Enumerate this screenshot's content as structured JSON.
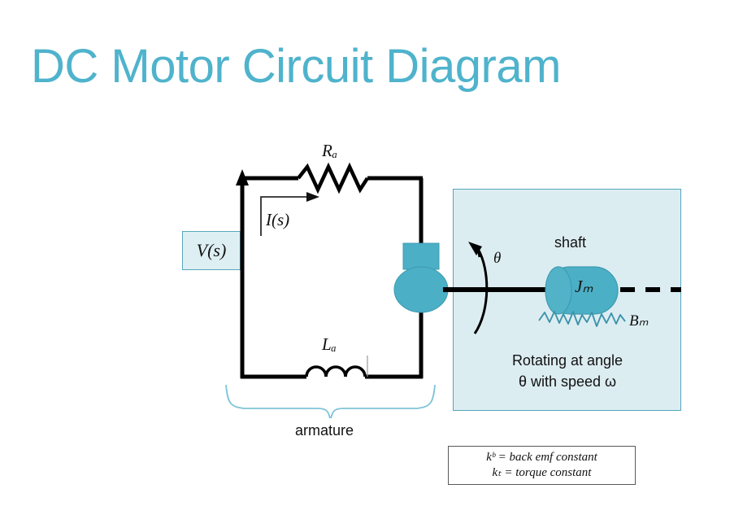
{
  "slide": {
    "title": "DC Motor Circuit Diagram",
    "title_color": "#4FB3CC",
    "background": "#ffffff"
  },
  "colors": {
    "accent_teal": "#4FB3CC",
    "fill_teal": "#4BAFC6",
    "panel_fill": "#DCEDF2",
    "panel_border": "#56A7BC",
    "source_fill": "#DEEFF3",
    "wire_black": "#000000",
    "legend_border": "#595959"
  },
  "circuit": {
    "source_label": "V(s)",
    "resistor_label": "Rₐ",
    "inductor_label": "Lₐ",
    "current_label": "I(s)",
    "brace_label": "armature"
  },
  "mechanical": {
    "shaft_label": "shaft",
    "inertia_label": "Jₘ",
    "damping_label": "Bₘ",
    "angle_label": "θ",
    "rotation_note_line1": "Rotating at angle",
    "rotation_note_line2": "θ with speed ω"
  },
  "legend": {
    "line1": "kᵇ = back emf constant",
    "line2": "kₜ = torque constant"
  },
  "icons": {
    "motor": "motor-icon",
    "resistor": "resistor-icon",
    "inductor": "inductor-icon",
    "shaft": "shaft-cylinder-icon",
    "damper": "damper-squiggle-icon",
    "brace": "curly-brace-icon",
    "rotation_arrow": "rotation-arrow-icon",
    "current_arrow": "current-arrow-icon"
  }
}
